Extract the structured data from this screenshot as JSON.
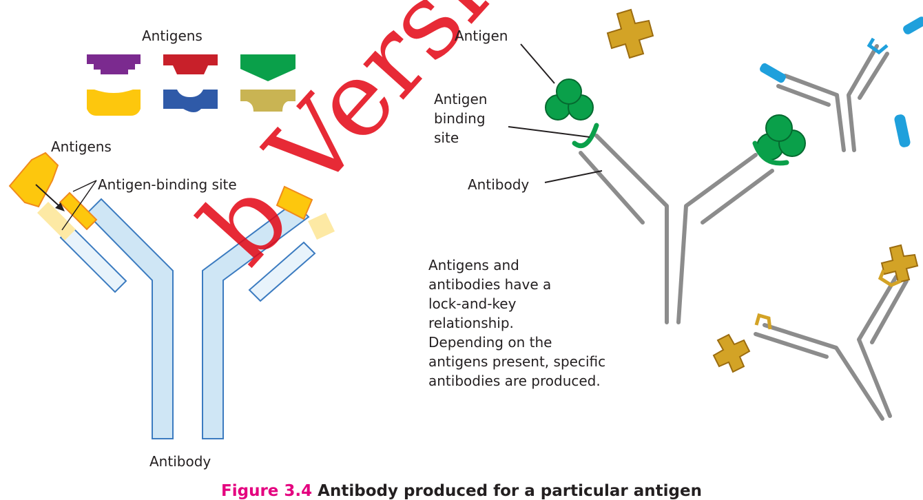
{
  "left_panel": {
    "antigens_top_label": "Antigens",
    "antigens_side_label": "Antigens",
    "binding_site_label": "Antigen-binding site",
    "antibody_label": "Antibody"
  },
  "right_panel": {
    "antigen_label": "Antigen",
    "binding_site_lines": [
      "Antigen",
      "binding",
      "site"
    ],
    "antibody_label": "Antibody",
    "description_lines": [
      "Antigens and",
      "antibodies have a",
      "lock-and-key",
      "relationship.",
      "Depending on the",
      "antigens present, specific",
      "antibodies are produced."
    ]
  },
  "caption": {
    "number": "Figure 3.4",
    "text": "Antibody produced for a particular antigen"
  },
  "watermark": "b Version of E",
  "colors": {
    "antigen_purple": "#7b2a8f",
    "antigen_red": "#c8202a",
    "antigen_green": "#0aa04a",
    "antigen_yellow": "#fdc70d",
    "antigen_blue": "#2f5aa8",
    "antigen_khaki": "#c9b453",
    "antibody_light_blue": "#cfe6f5",
    "antibody_gray": "#8c8c8c",
    "antigen_gold": "#d3a326",
    "antigen_cyan": "#1fa0dc",
    "watermark": "#e30613"
  }
}
